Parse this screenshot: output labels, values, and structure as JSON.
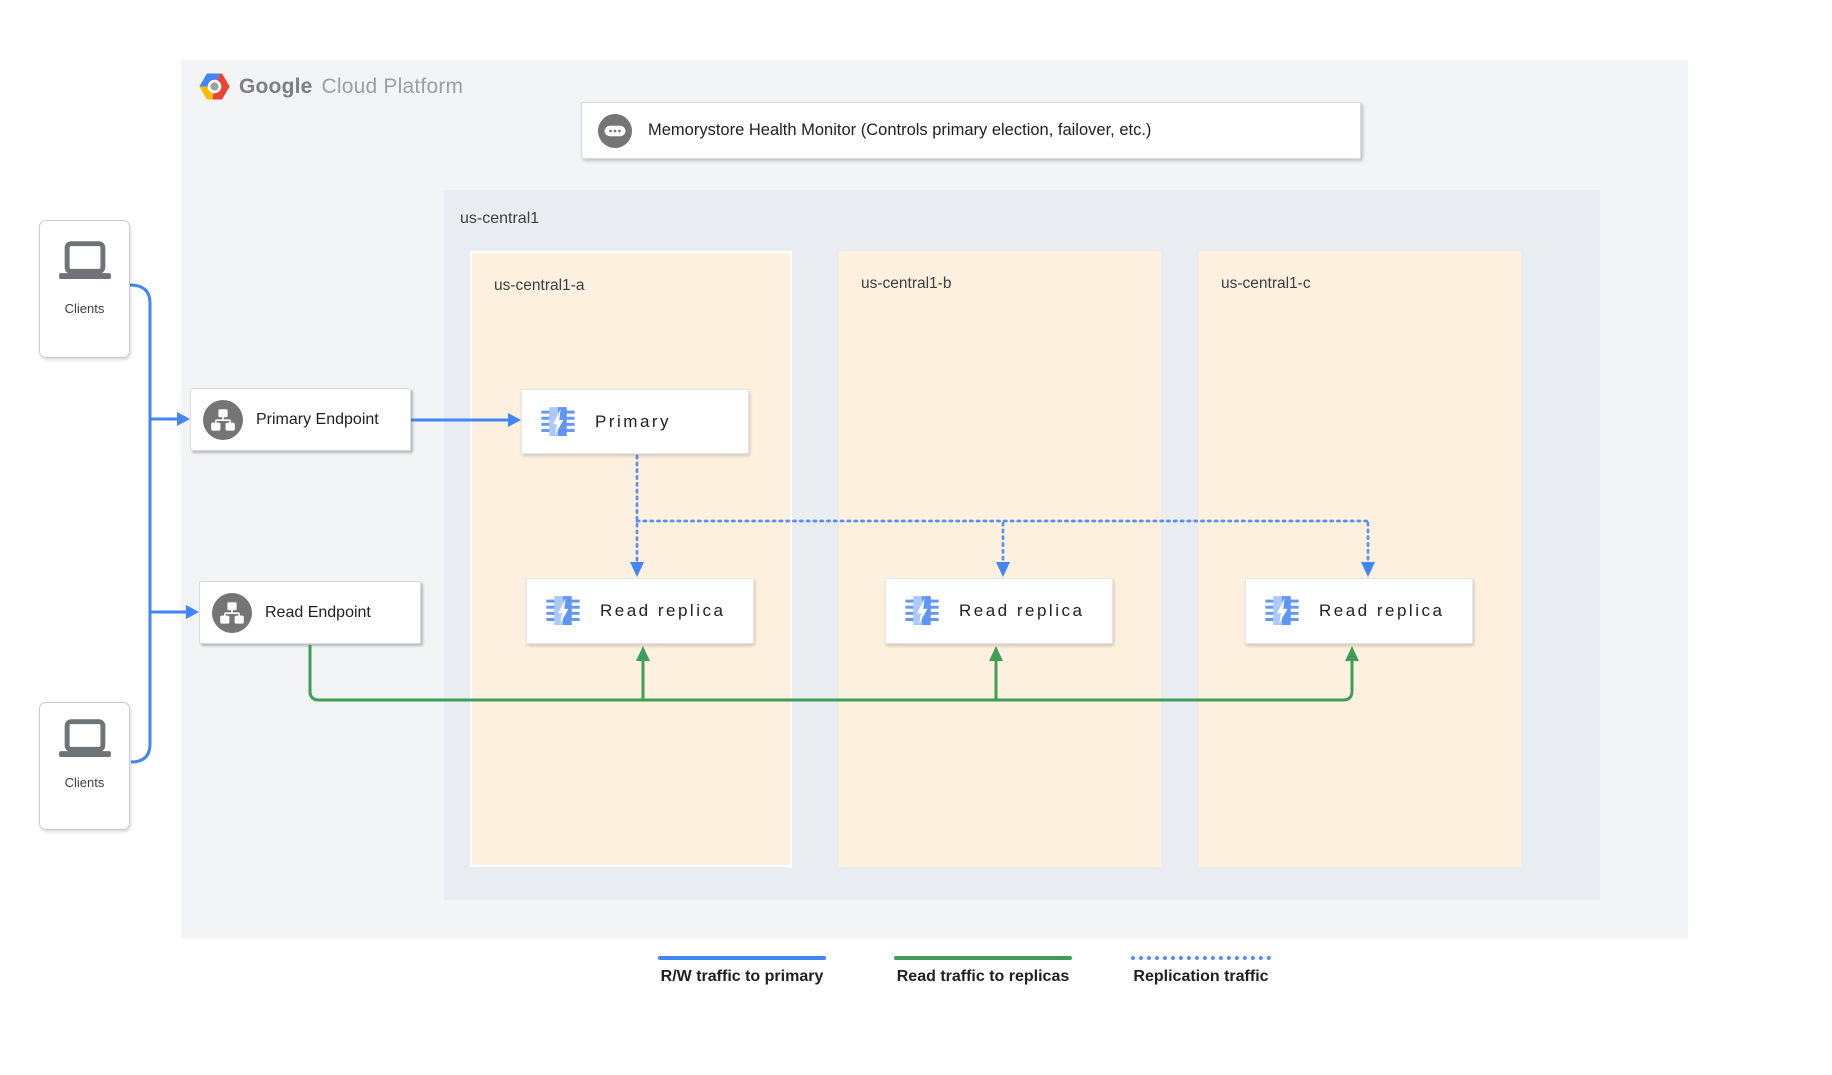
{
  "brand": {
    "name_bold": "Google",
    "name_light": "Cloud Platform"
  },
  "health_monitor": {
    "label": "Memorystore Health Monitor (Controls primary election, failover, etc.)"
  },
  "region": {
    "label": "us-central1",
    "zones": [
      {
        "label": "us-central1-a"
      },
      {
        "label": "us-central1-b"
      },
      {
        "label": "us-central1-c"
      }
    ]
  },
  "endpoints": {
    "primary": {
      "label": "Primary Endpoint"
    },
    "read": {
      "label": "Read Endpoint"
    }
  },
  "nodes": {
    "primary": {
      "label": "Primary"
    },
    "replicas": [
      {
        "label": "Read replica"
      },
      {
        "label": "Read replica"
      },
      {
        "label": "Read replica"
      }
    ]
  },
  "clients": {
    "top": {
      "label": "Clients"
    },
    "bottom": {
      "label": "Clients"
    }
  },
  "legend": {
    "items": [
      {
        "label": "R/W traffic to primary",
        "style": "solid",
        "color": "#4285f4"
      },
      {
        "label": "Read traffic to replicas",
        "style": "solid",
        "color": "#3e9e57"
      },
      {
        "label": "Replication traffic",
        "style": "dotted",
        "color": "#5b8df5"
      }
    ]
  },
  "colors": {
    "rw_traffic": "#4285f4",
    "read_traffic": "#3e9e57",
    "replication_traffic": "#5b8df5",
    "panel_bg": "#f3f4f5",
    "region_bg": "#e9edf2",
    "zone_bg": "#fdf0de",
    "icon_gray": "#757575"
  }
}
